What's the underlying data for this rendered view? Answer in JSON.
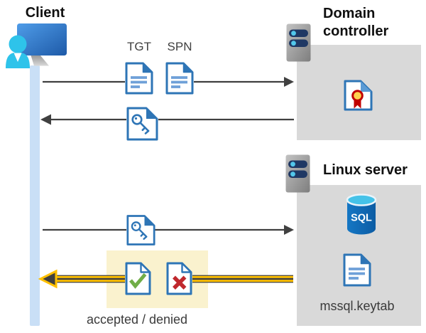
{
  "labels": {
    "client": "Client",
    "domain_controller": "Domain controller",
    "linux_server": "Linux server",
    "tgt": "TGT",
    "spn": "SPN",
    "sql": "SQL",
    "keytab_file": "mssql.keytab",
    "result": "accepted / denied"
  },
  "colors": {
    "document_blue": "#2E75B6",
    "document_line_blue": "#6FA0D8",
    "lifeline_blue": "#C9DFF6",
    "panel_gray": "#D9D9D9",
    "arrow_gray": "#404040",
    "highlight_yellow": "#FAF2CE",
    "arrow_yellow": "#FFC000",
    "accepted_green": "#70AD47",
    "denied_red": "#C0282D",
    "certificate_seal_yellow": "#FFD34D",
    "certificate_seal_red": "#C00000",
    "sql_body_blue": "#1268B3",
    "sql_top_cyan": "#45C2E8",
    "person_cyan": "#2EC3EA",
    "server_bar_navy": "#1F3864"
  }
}
